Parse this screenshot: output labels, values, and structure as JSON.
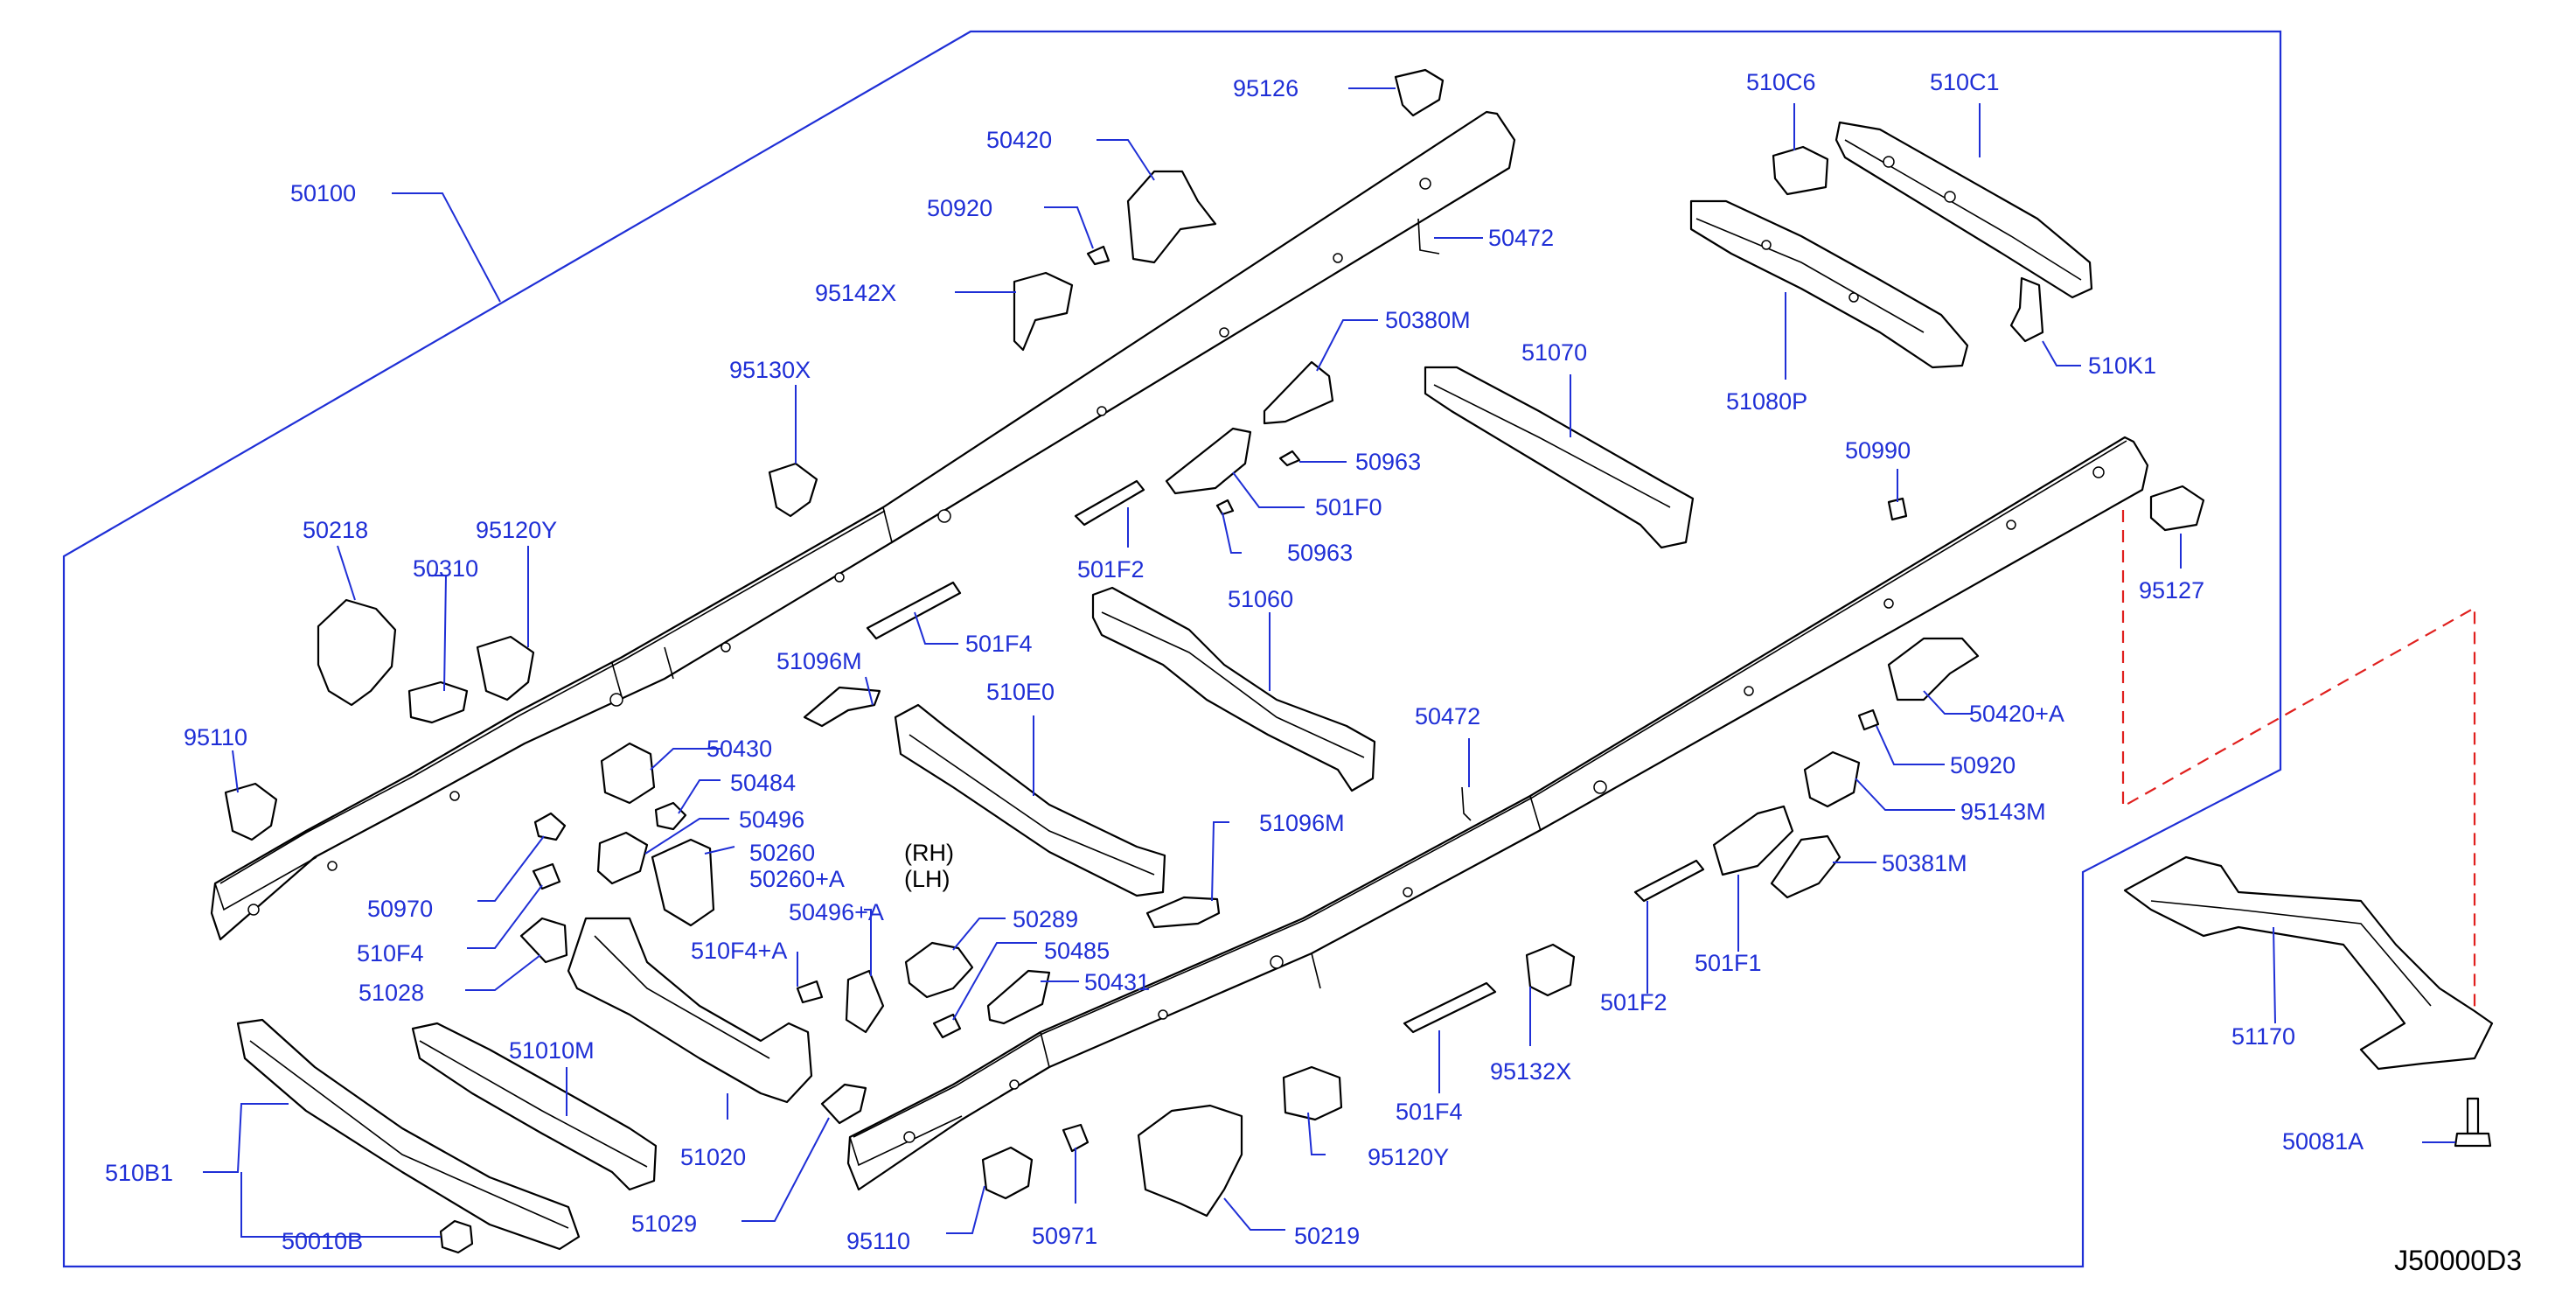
{
  "diagram_id": "J50000D3",
  "labels": {
    "p50100": "50100",
    "p95126": "95126",
    "p50420": "50420",
    "p50920a": "50920",
    "p95142x": "95142X",
    "p50472a": "50472",
    "p510c6": "510C6",
    "p510c1": "510C1",
    "p51080p": "51080P",
    "p510k1": "510K1",
    "p50380m": "50380M",
    "p51070": "51070",
    "p95130x": "95130X",
    "p50963a": "50963",
    "p501f0": "501F0",
    "p50963b": "50963",
    "p501f2a": "501F2",
    "p50990": "50990",
    "p95127": "95127",
    "p50218": "50218",
    "p50310": "50310",
    "p95120ya": "95120Y",
    "p51060": "51060",
    "p501f4a": "501F4",
    "p51096ma": "51096M",
    "p510e0": "510E0",
    "p50420a": "50420+A",
    "p95110a": "95110",
    "p50430": "50430",
    "p50472b": "50472",
    "p50920b": "50920",
    "p50484": "50484",
    "p95143m": "95143M",
    "p50496": "50496",
    "p50260": "50260",
    "p50260a": "50260+A",
    "rh": "(RH)",
    "lh": "(LH)",
    "p51096mb": "51096M",
    "p50381m": "50381M",
    "p50970": "50970",
    "p50496a": "50496+A",
    "p510f4": "510F4",
    "p510f4a": "510F4+A",
    "p50289": "50289",
    "p50485": "50485",
    "p50431": "50431",
    "p51028": "51028",
    "p501f1": "501F1",
    "p501f2b": "501F2",
    "p51170": "51170",
    "p51010m": "51010M",
    "p95132x": "95132X",
    "p501f4b": "501F4",
    "p510b1": "510B1",
    "p51020": "51020",
    "p95120yb": "95120Y",
    "p50081a": "50081A",
    "p50010b": "50010B",
    "p51029": "51029",
    "p95110b": "95110",
    "p50971": "50971",
    "p50219": "50219"
  }
}
